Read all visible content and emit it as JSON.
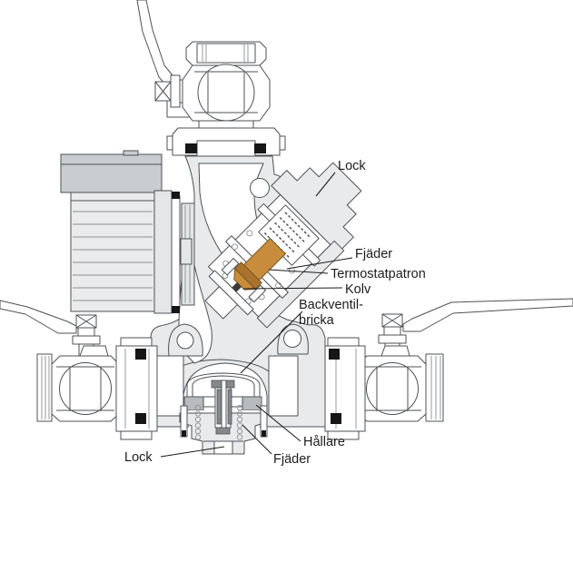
{
  "diagram": {
    "labels": {
      "lock_top": "Lock",
      "fjader_top": "Fjäder",
      "termostatpatron": "Termostatpatron",
      "kolv": "Kolv",
      "backventil_line1": "Backventil-",
      "backventil_line2": "bricka",
      "hallare": "Hållare",
      "fjader_bottom": "Fjäder",
      "lock_bottom": "Lock"
    },
    "colors": {
      "background": "#ffffff",
      "casting": "#e9eaec",
      "outline": "#4c5154",
      "line_light": "#8b9094",
      "cartridge_orange": "#c88d3c",
      "cartridge_orange_dark": "#a9732d",
      "piston_dark": "#3a3a3a",
      "pump_box": "#c9cdd0",
      "pump_body": "#eaebed",
      "plate_gray": "#e4e6e8",
      "holder_gray": "#b7bbbe",
      "stem_gray": "#85898d",
      "seal_black": "#161616",
      "label_text": "#1c1c1c"
    }
  }
}
